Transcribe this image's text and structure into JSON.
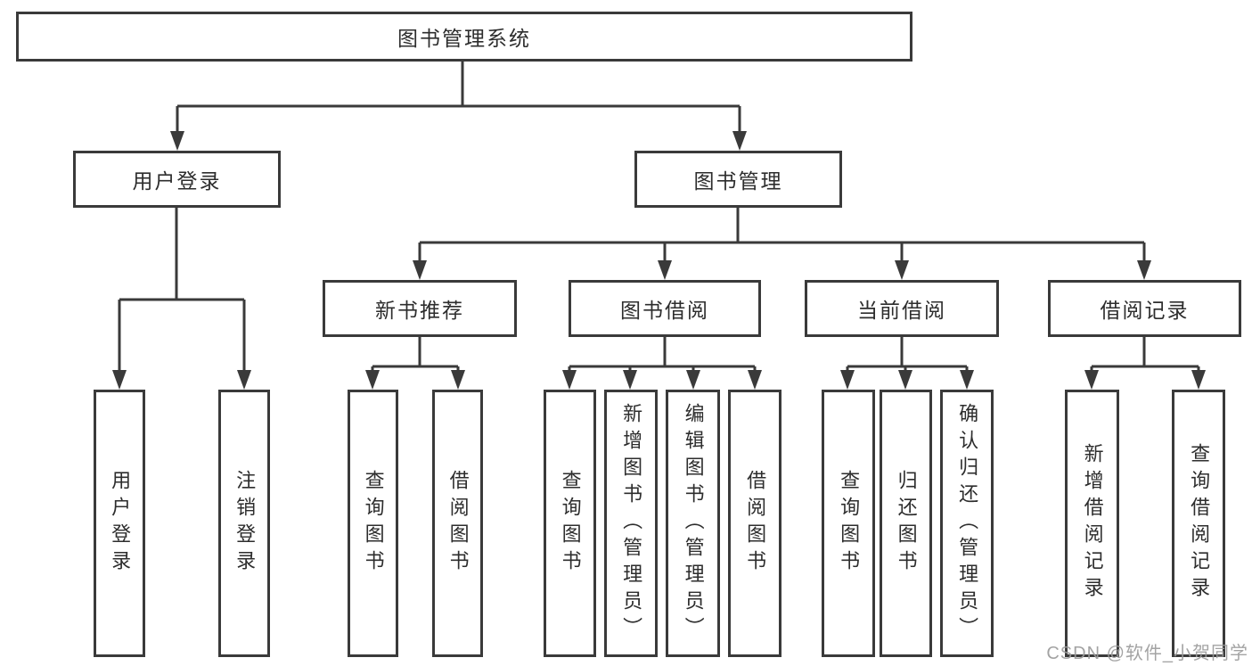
{
  "diagram": {
    "root": "图书管理系统",
    "branches": [
      {
        "label": "用户登录",
        "children": [
          "用户登录",
          "注销登录"
        ]
      },
      {
        "label": "图书管理",
        "modules": [
          {
            "label": "新书推荐",
            "children": [
              "查询图书",
              "借阅图书"
            ]
          },
          {
            "label": "图书借阅",
            "children": [
              "查询图书",
              "新增图书（管理员）",
              "编辑图书（管理员）",
              "借阅图书"
            ]
          },
          {
            "label": "当前借阅",
            "children": [
              "查询图书",
              "归还图书",
              "确认归还（管理员）"
            ]
          },
          {
            "label": "借阅记录",
            "children": [
              "新增借阅记录",
              "查询借阅记录"
            ]
          }
        ]
      }
    ]
  },
  "watermark": "CSDN @软件_小贺同学",
  "colors": {
    "line": "#3a3a3a",
    "text": "#2d2d2d",
    "watermark": "#9b9b9b",
    "background": "#ffffff"
  }
}
